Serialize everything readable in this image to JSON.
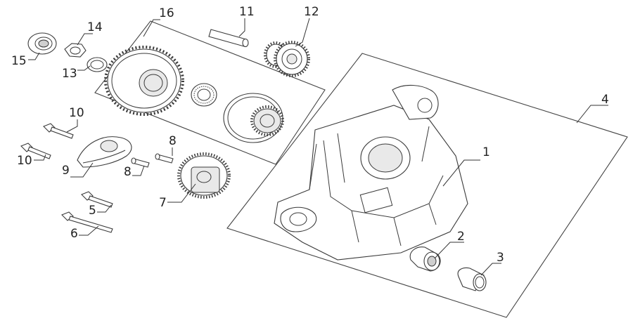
{
  "callouts": [
    {
      "id": "1",
      "label": "1"
    },
    {
      "id": "2",
      "label": "2"
    },
    {
      "id": "3",
      "label": "3"
    },
    {
      "id": "4",
      "label": "4"
    },
    {
      "id": "5",
      "label": "5"
    },
    {
      "id": "6",
      "label": "6"
    },
    {
      "id": "7",
      "label": "7"
    },
    {
      "id": "8a",
      "label": "8"
    },
    {
      "id": "8b",
      "label": "8"
    },
    {
      "id": "9",
      "label": "9"
    },
    {
      "id": "10a",
      "label": "10"
    },
    {
      "id": "10b",
      "label": "10"
    },
    {
      "id": "11",
      "label": "11"
    },
    {
      "id": "12",
      "label": "12"
    },
    {
      "id": "13",
      "label": "13"
    },
    {
      "id": "14",
      "label": "14"
    },
    {
      "id": "15",
      "label": "15"
    },
    {
      "id": "16",
      "label": "16"
    }
  ]
}
